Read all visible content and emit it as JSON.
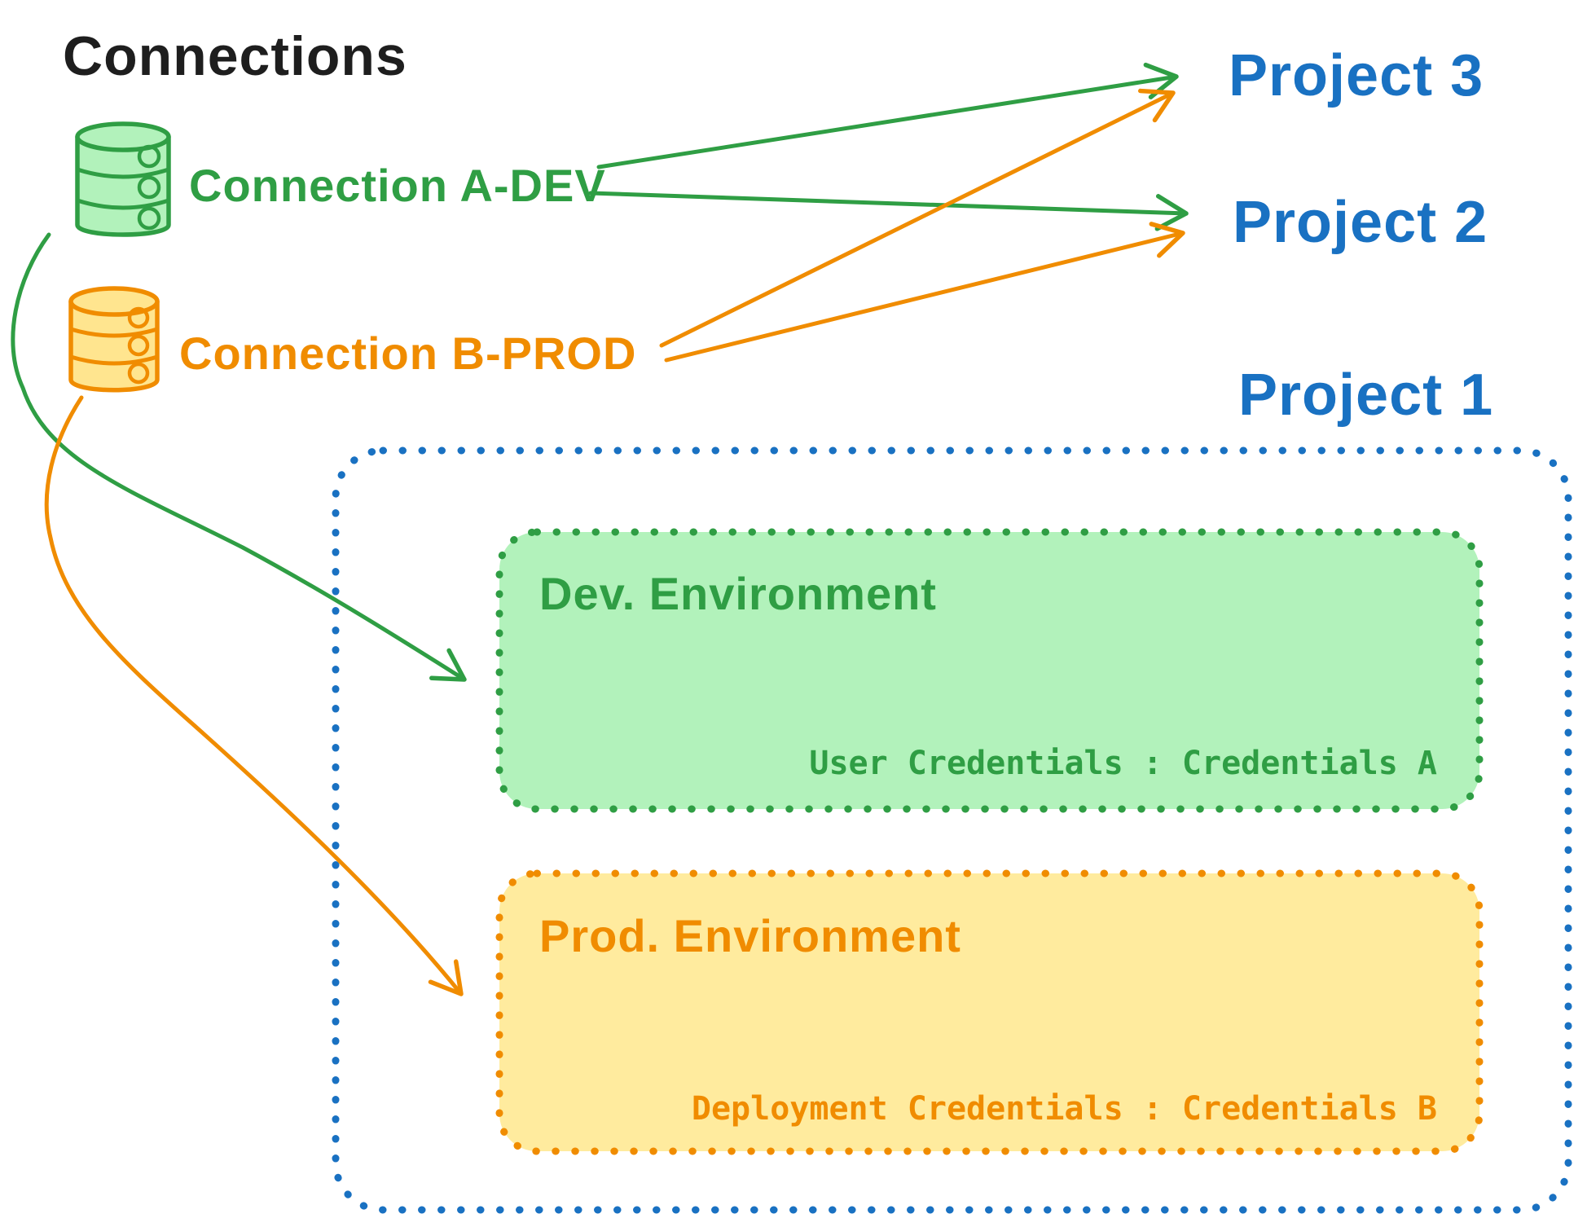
{
  "title": "Connections",
  "connections": {
    "a_dev": {
      "label": "Connection A-DEV",
      "icon": "database-icon",
      "color": "#2f9e44"
    },
    "b_prod": {
      "label": "Connection B-PROD",
      "icon": "database-icon",
      "color": "#f08c00"
    }
  },
  "projects": {
    "p3": "Project 3",
    "p2": "Project 2",
    "p1": "Project 1"
  },
  "environments": {
    "dev": {
      "title": "Dev. Environment",
      "credentials": "User Credentials : Credentials A"
    },
    "prod": {
      "title": "Prod. Environment",
      "credentials": "Deployment Credentials : Credentials B"
    }
  },
  "edges": [
    {
      "from": "Connection A-DEV",
      "to": "Project 3",
      "color": "#2f9e44",
      "style": "straight-arrow"
    },
    {
      "from": "Connection A-DEV",
      "to": "Project 2",
      "color": "#2f9e44",
      "style": "straight-arrow"
    },
    {
      "from": "Connection B-PROD",
      "to": "Project 3",
      "color": "#f08c00",
      "style": "straight-arrow"
    },
    {
      "from": "Connection B-PROD",
      "to": "Project 2",
      "color": "#f08c00",
      "style": "straight-arrow"
    },
    {
      "from": "Connection A-DEV",
      "to": "Dev. Environment",
      "color": "#2f9e44",
      "style": "curved-arrow"
    },
    {
      "from": "Connection B-PROD",
      "to": "Prod. Environment",
      "color": "#f08c00",
      "style": "curved-arrow"
    }
  ],
  "colors": {
    "green": "#2f9e44",
    "green_fill": "#b2f2bb",
    "orange": "#f08c00",
    "orange_fill": "#ffeb9e",
    "orange_db_fill": "#ffe58f",
    "blue": "#1971c2",
    "ink": "#1e1e1e",
    "bg": "#ffffff"
  }
}
